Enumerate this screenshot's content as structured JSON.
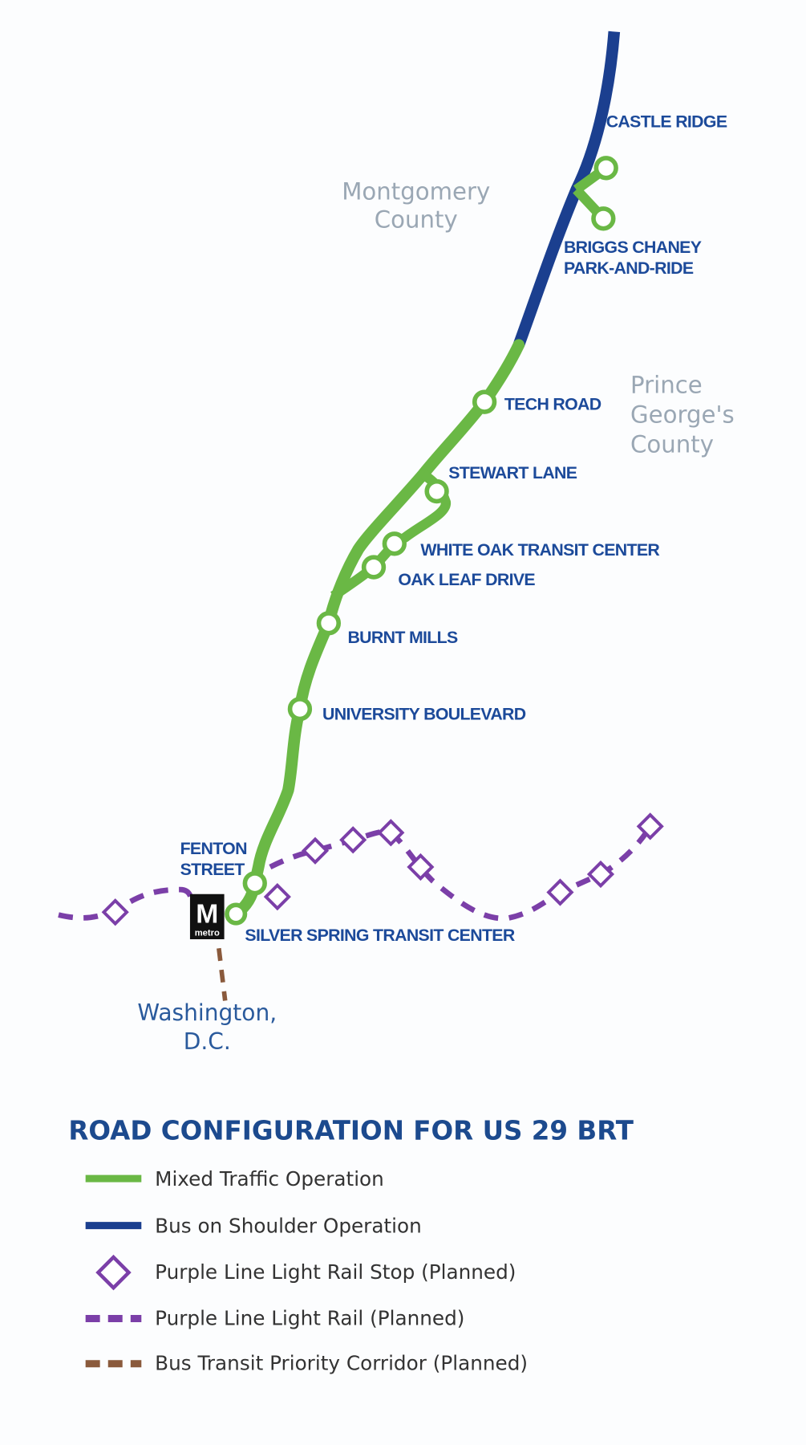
{
  "map": {
    "regions": {
      "montgomery_1": "Montgomery",
      "montgomery_2": "County",
      "pg_1": "Prince",
      "pg_2": "George's",
      "pg_3": "County",
      "dc_1": "Washington,",
      "dc_2": "D.C."
    },
    "stations": {
      "castle_ridge": "CASTLE RIDGE",
      "briggs_1": "BRIGGS CHANEY",
      "briggs_2": "PARK-AND-RIDE",
      "tech_road": "TECH ROAD",
      "stewart_lane": "STEWART LANE",
      "white_oak": "WHITE OAK TRANSIT CENTER",
      "oak_leaf": "OAK LEAF DRIVE",
      "burnt_mills": "BURNT MILLS",
      "university": "UNIVERSITY BOULEVARD",
      "fenton_1": "FENTON",
      "fenton_2": "STREET",
      "silver_spring": "SILVER SPRING TRANSIT CENTER"
    },
    "metro_logo": {
      "letter": "M",
      "word": "metro"
    }
  },
  "legend": {
    "title": "ROAD CONFIGURATION FOR US 29 BRT",
    "items": [
      {
        "label": "Mixed Traffic Operation",
        "color": "#6ab845"
      },
      {
        "label": "Bus on Shoulder Operation",
        "color": "#1b3f8f"
      },
      {
        "label": "Purple Line Light Rail Stop (Planned)",
        "color": "#7b3fa8"
      },
      {
        "label": "Purple Line Light Rail (Planned)",
        "color": "#7b3fa8"
      },
      {
        "label": "Bus Transit Priority Corridor (Planned)",
        "color": "#8a5a3c"
      }
    ]
  },
  "colors": {
    "green": "#6ab845",
    "blue": "#1b3f8f",
    "purple": "#7b3fa8",
    "brown": "#8a5a3c",
    "label": "#1c4a9a"
  }
}
